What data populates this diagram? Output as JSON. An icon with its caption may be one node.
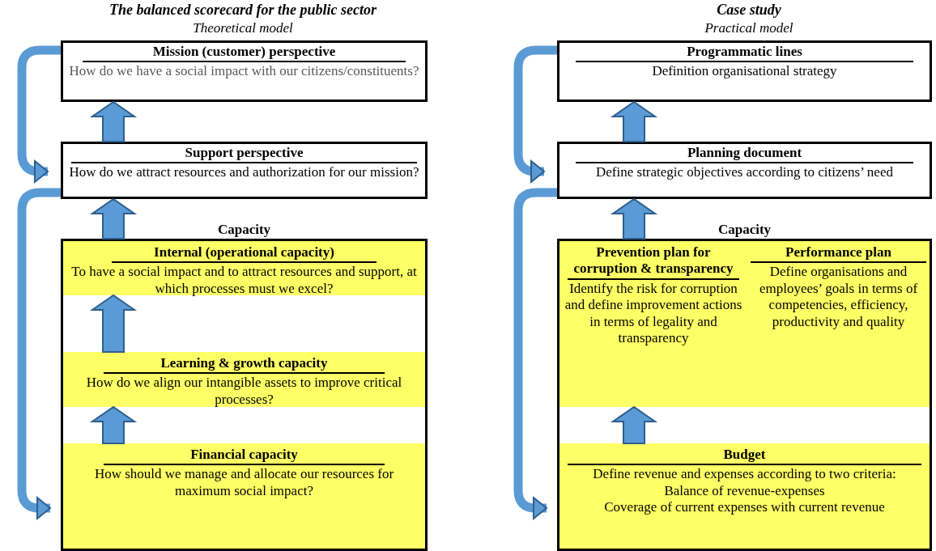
{
  "diagram": {
    "nodes": [
      {
        "text": [
          "Mission (customer) perspective",
          "How do we have a social impact with our citizens/constituents?"
        ]
      },
      {
        "text": [
          "Support perspective",
          "How do we attract resources and authorization for our mission?"
        ]
      },
      {
        "text": [
          "Capacity"
        ]
      },
      {
        "text": [
          "Internal (operational capacity)",
          "To have a social impact and to attract resources and support, at which processes must we excel?"
        ],
        "in": 2
      },
      {
        "text": [
          "Learning & growth capacity",
          "How do we align our intangible assets to improve critical processes?"
        ],
        "in": 2
      },
      {
        "text": [
          "Financial capacity",
          "How should we manage and allocate our resources for maximum social impact?"
        ],
        "in": 2
      },
      {
        "text": [
          "Programmatic lines",
          "Definition organisational strategy"
        ]
      },
      {
        "text": [
          "Planning document",
          "Define strategic objectives according to citizens’ need"
        ]
      },
      {
        "text": [
          "Capacity"
        ]
      },
      {
        "text": [
          "Prevention plan for corruption & transparency",
          "Identify the risk for corruption and define improvement actions in terms of legality and transparency"
        ],
        "in": 8
      },
      {
        "text": [
          "Performance plan",
          "Define organisations and employees’ goals in terms of competencies, efficiency, productivity and quality"
        ],
        "in": 8
      },
      {
        "text": [
          "Budget",
          "Define revenue and expenses according to two criteria:",
          "Balance of revenue-expenses",
          "Coverage of current expenses with current revenue"
        ],
        "in": 8
      }
    ],
    "edges": [
      {
        "from": 1,
        "to": 0,
        "arrow": "to"
      },
      {
        "from": 2,
        "to": 1,
        "arrow": "to"
      },
      {
        "from": 4,
        "to": 3,
        "arrow": "to"
      },
      {
        "from": 5,
        "to": 4,
        "arrow": "to"
      },
      {
        "from": 0,
        "to": 1,
        "arrow": "to"
      },
      {
        "from": 1,
        "to": 5,
        "arrow": "to"
      },
      {
        "from": 7,
        "to": 6,
        "arrow": "to"
      },
      {
        "from": 8,
        "to": 7,
        "arrow": "to"
      },
      {
        "from": 11,
        "to": 9,
        "arrow": "to"
      },
      {
        "from": 6,
        "to": 7,
        "arrow": "to"
      },
      {
        "from": 7,
        "to": 11,
        "arrow": "to"
      }
    ],
    "labels": [
      "The balanced scorecard for the public sector",
      "Theoretical model",
      "Case study",
      "Practical model"
    ]
  }
}
